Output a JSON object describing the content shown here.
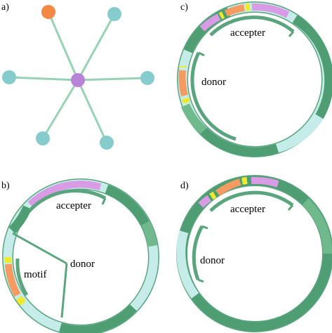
{
  "panels": {
    "a": {
      "label": "a)"
    },
    "b": {
      "label": "b)",
      "accepter": "accepter",
      "donor": "donor",
      "motif": "motif"
    },
    "c": {
      "label": "c)",
      "accepter": "accepter",
      "donor": "donor"
    },
    "d": {
      "label": "d)",
      "accepter": "accepter",
      "donor": "donor"
    }
  },
  "colors": {
    "dark_green": "#4f9e73",
    "mid_green": "#6fb98d",
    "light_teal": "#c6ece9",
    "pale_ring": "#ddf3f1",
    "outline": "#5aa57e",
    "star_edge": "#98d2b6",
    "node_teal": "#86cccc",
    "node_orange": "#f28a45",
    "node_purple": "#b784d8",
    "segment_pink": "#d99be6",
    "segment_orange": "#f59a60",
    "segment_yellow": "#f0ea2a"
  }
}
